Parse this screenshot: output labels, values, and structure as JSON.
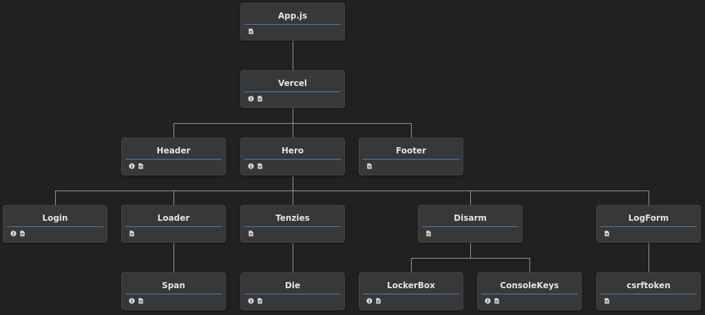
{
  "diagram": {
    "type": "component-tree",
    "colors": {
      "background": "#212121",
      "node_fill": "#383838",
      "node_separator": "#3d86c7",
      "connector": "#9a9a9a",
      "text": "#e4e4e4"
    },
    "nodes": [
      {
        "id": "app",
        "label": "App.js",
        "icons": [
          "file-icon"
        ]
      },
      {
        "id": "vercel",
        "label": "Vercel",
        "icons": [
          "info-icon",
          "file-icon"
        ]
      },
      {
        "id": "header",
        "label": "Header",
        "icons": [
          "info-icon",
          "file-icon"
        ]
      },
      {
        "id": "hero",
        "label": "Hero",
        "icons": [
          "info-icon",
          "file-icon"
        ]
      },
      {
        "id": "footer",
        "label": "Footer",
        "icons": [
          "file-icon"
        ]
      },
      {
        "id": "login",
        "label": "Login",
        "icons": [
          "info-icon",
          "file-icon"
        ]
      },
      {
        "id": "loader",
        "label": "Loader",
        "icons": [
          "file-icon"
        ]
      },
      {
        "id": "tenzies",
        "label": "Tenzies",
        "icons": [
          "file-icon"
        ]
      },
      {
        "id": "disarm",
        "label": "Disarm",
        "icons": [
          "file-icon"
        ]
      },
      {
        "id": "logform",
        "label": "LogForm",
        "icons": [
          "file-icon"
        ]
      },
      {
        "id": "span",
        "label": "Span",
        "icons": [
          "info-icon",
          "file-icon"
        ]
      },
      {
        "id": "die",
        "label": "Die",
        "icons": [
          "info-icon",
          "file-icon"
        ]
      },
      {
        "id": "lockerbox",
        "label": "LockerBox",
        "icons": [
          "info-icon",
          "file-icon"
        ]
      },
      {
        "id": "consolekeys",
        "label": "ConsoleKeys",
        "icons": [
          "info-icon",
          "file-icon"
        ]
      },
      {
        "id": "csrftoken",
        "label": "csrftoken",
        "icons": [
          "file-icon"
        ]
      }
    ],
    "edges": [
      {
        "from": "app",
        "to": "vercel"
      },
      {
        "from": "vercel",
        "to": "header"
      },
      {
        "from": "vercel",
        "to": "hero"
      },
      {
        "from": "vercel",
        "to": "footer"
      },
      {
        "from": "hero",
        "to": "login"
      },
      {
        "from": "hero",
        "to": "loader"
      },
      {
        "from": "hero",
        "to": "tenzies"
      },
      {
        "from": "hero",
        "to": "disarm"
      },
      {
        "from": "hero",
        "to": "logform"
      },
      {
        "from": "loader",
        "to": "span"
      },
      {
        "from": "tenzies",
        "to": "die"
      },
      {
        "from": "disarm",
        "to": "lockerbox"
      },
      {
        "from": "disarm",
        "to": "consolekeys"
      },
      {
        "from": "logform",
        "to": "csrftoken"
      }
    ]
  }
}
